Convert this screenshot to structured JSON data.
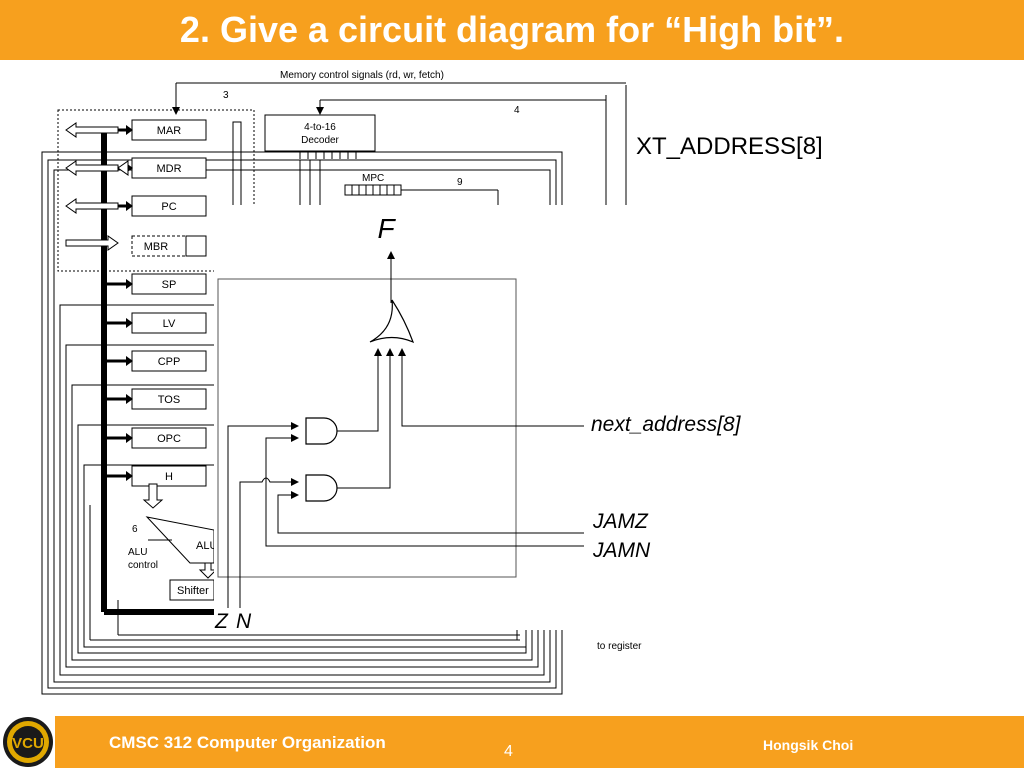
{
  "slide": {
    "title": "2. Give a circuit diagram for “High bit”.",
    "background_text": "XT_ADDRESS[8]"
  },
  "datapath": {
    "memory_control_label": "Memory control signals (rd, wr, fetch)",
    "memory_control_width": "3",
    "decoder_label_1": "4-to-16",
    "decoder_label_2": "Decoder",
    "decoder_input_width": "4",
    "mpc_label": "MPC",
    "mpc_width": "9",
    "registers": [
      "MAR",
      "MDR",
      "PC",
      "MBR",
      "SP",
      "LV",
      "CPP",
      "TOS",
      "OPC",
      "H"
    ],
    "alu_label": "ALU",
    "alu_control_label_1": "ALU",
    "alu_control_label_2": "control",
    "alu_control_width": "6",
    "shifter_label": "Shifter",
    "to_register_label": "to register"
  },
  "circuit": {
    "output_label": "F",
    "input_next_address": "next_address[8]",
    "input_jamz": "JAMZ",
    "input_jamn": "JAMN",
    "input_z": "Z",
    "input_n": "N"
  },
  "footer": {
    "course": "CMSC 312 Computer Organization",
    "page": "4",
    "author": "Hongsik Choi",
    "logo_text": "VCU"
  },
  "colors": {
    "accent": "#f7a01e",
    "logo_gold": "#e0a800",
    "logo_dark": "#1a1a1a"
  }
}
